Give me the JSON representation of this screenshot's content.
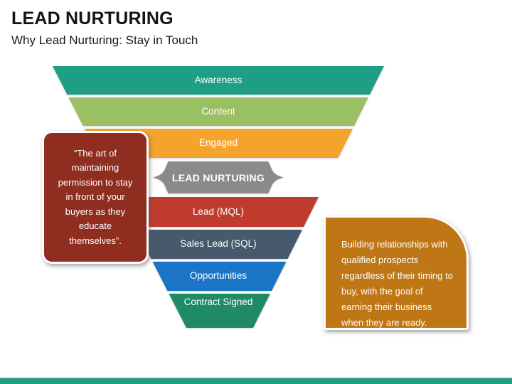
{
  "slide": {
    "title": "LEAD NURTURING",
    "subtitle": "Why Lead Nurturing: Stay in Touch",
    "footer_bar_color": "#1D9E85"
  },
  "funnel": {
    "stages": [
      {
        "label": "Awareness",
        "color": "#1F9E86"
      },
      {
        "label": "Content",
        "color": "#9BBF63"
      },
      {
        "label": "Engaged",
        "color": "#F4A42C"
      },
      {
        "label": "Lead (MQL)",
        "color": "#C03A2D"
      },
      {
        "label": "Sales Lead (SQL)",
        "color": "#46596D"
      },
      {
        "label": "Opportunities",
        "color": "#1B75C6"
      },
      {
        "label": "Contract Signed",
        "color": "#1F8A66"
      }
    ],
    "nurture_band": {
      "label": "LEAD NURTURING",
      "color": "#8A8A8A"
    }
  },
  "callouts": {
    "left": {
      "text": "“The art of\nmaintaining\npermission to stay\nin front of your\nbuyers as they\neducate\nthemselves”.",
      "color": "#8E2D20"
    },
    "right": {
      "text": "Building relationships with\nqualified prospects\nregardless of their timing to\nbuy, with the goal of\nearning their business\nwhen they are ready.",
      "color": "#BF7715"
    }
  }
}
